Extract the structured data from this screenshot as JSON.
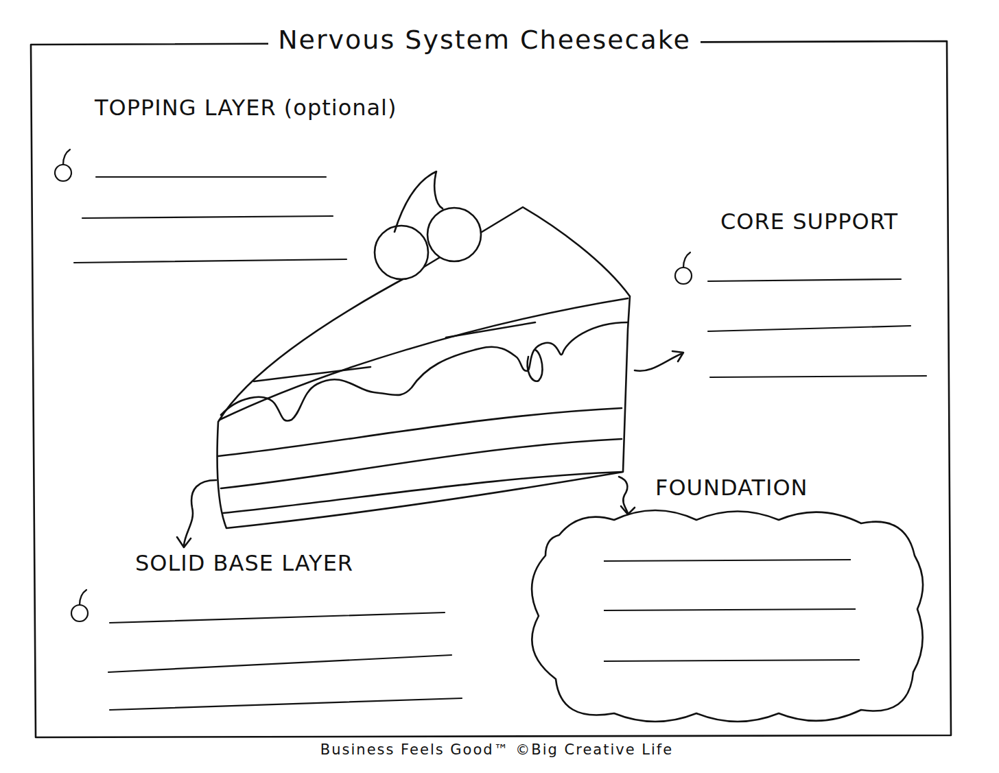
{
  "diagram": {
    "title": "Nervous System Cheesecake",
    "caption": "Business Feels Good™ ©Big Creative Life",
    "nodes": [
      {
        "text": [
          "FOUNDATION"
        ]
      }
    ],
    "labels": [
      "TOPPING LAYER (optional)",
      "CORE SUPPORT",
      "SOLID BASE LAYER"
    ]
  }
}
